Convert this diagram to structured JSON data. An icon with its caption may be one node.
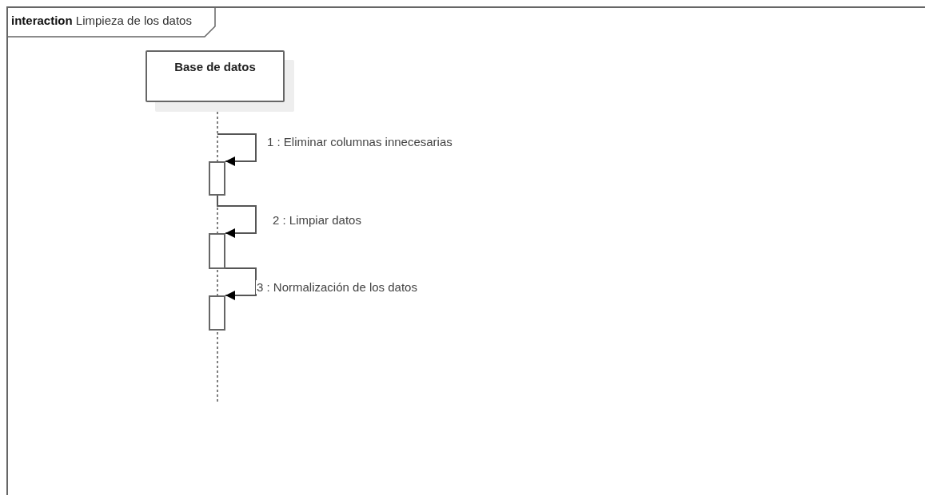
{
  "diagram": {
    "nodes": [
      {
        "text": [
          "**interaction** Limpieza de los datos"
        ]
      },
      {
        "text": [
          "Base de datos"
        ],
        "in": 0
      },
      {
        "text": [],
        "shape": "bar",
        "in": 0
      },
      {
        "text": [],
        "shape": "bar",
        "in": 0
      },
      {
        "text": [],
        "shape": "bar",
        "in": 0
      }
    ],
    "edges": [
      {
        "from": null,
        "to": 2,
        "arrow": "to",
        "label": "1 : Eliminar columnas innecesarias"
      },
      {
        "from": 2,
        "to": 3,
        "arrow": "to",
        "label": "2 : Limpiar datos"
      },
      {
        "from": 3,
        "to": 4,
        "arrow": "to",
        "label": "3 : Normalización de los datos"
      }
    ]
  }
}
